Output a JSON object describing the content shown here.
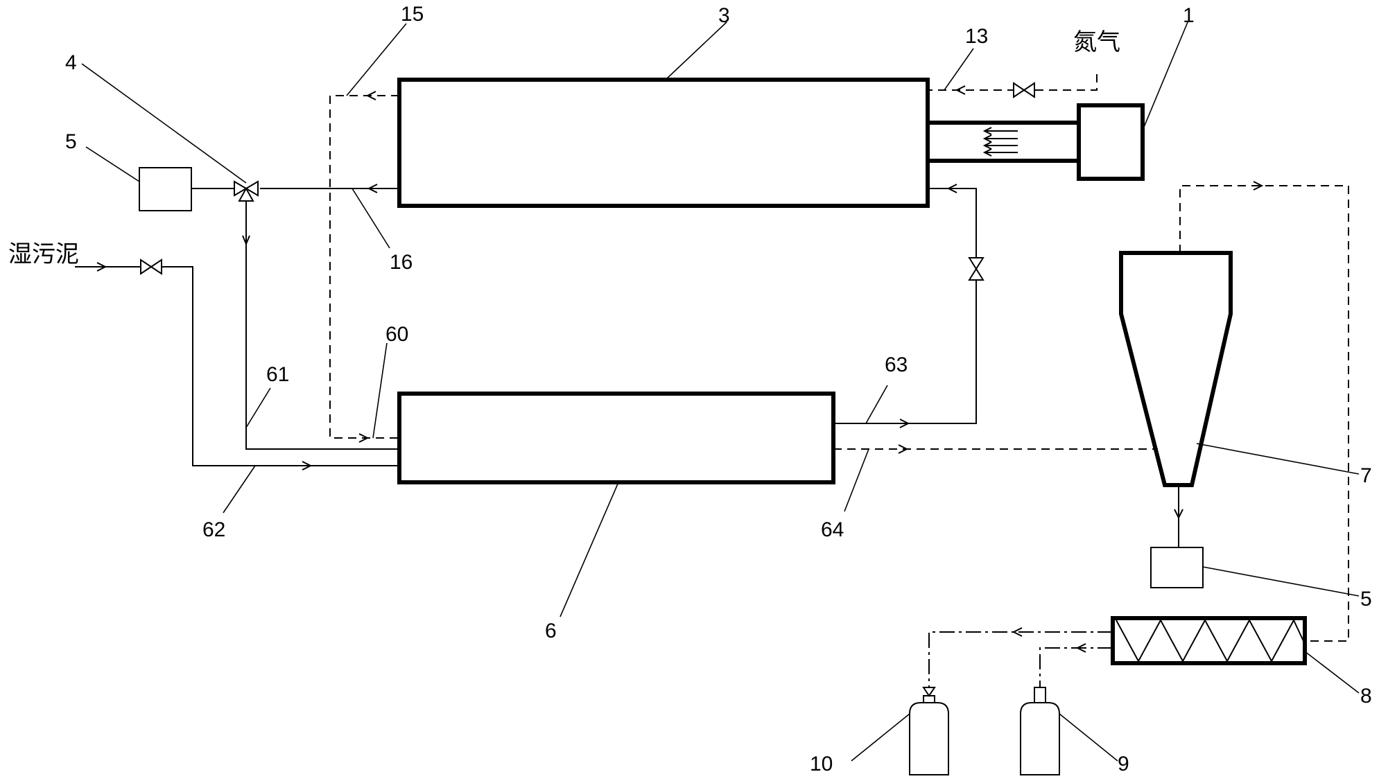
{
  "labels": {
    "n1": "1",
    "n3": "3",
    "n4": "4",
    "n5_top": "5",
    "n5_right": "5",
    "n6": "6",
    "n7": "7",
    "n8": "8",
    "n9": "9",
    "n10": "10",
    "n13": "13",
    "n15": "15",
    "n16": "16",
    "n60": "60",
    "n61": "61",
    "n62": "62",
    "n63": "63",
    "n64": "64"
  },
  "text": {
    "nitrogen": "氮气",
    "wet_sludge": "湿污泥"
  }
}
